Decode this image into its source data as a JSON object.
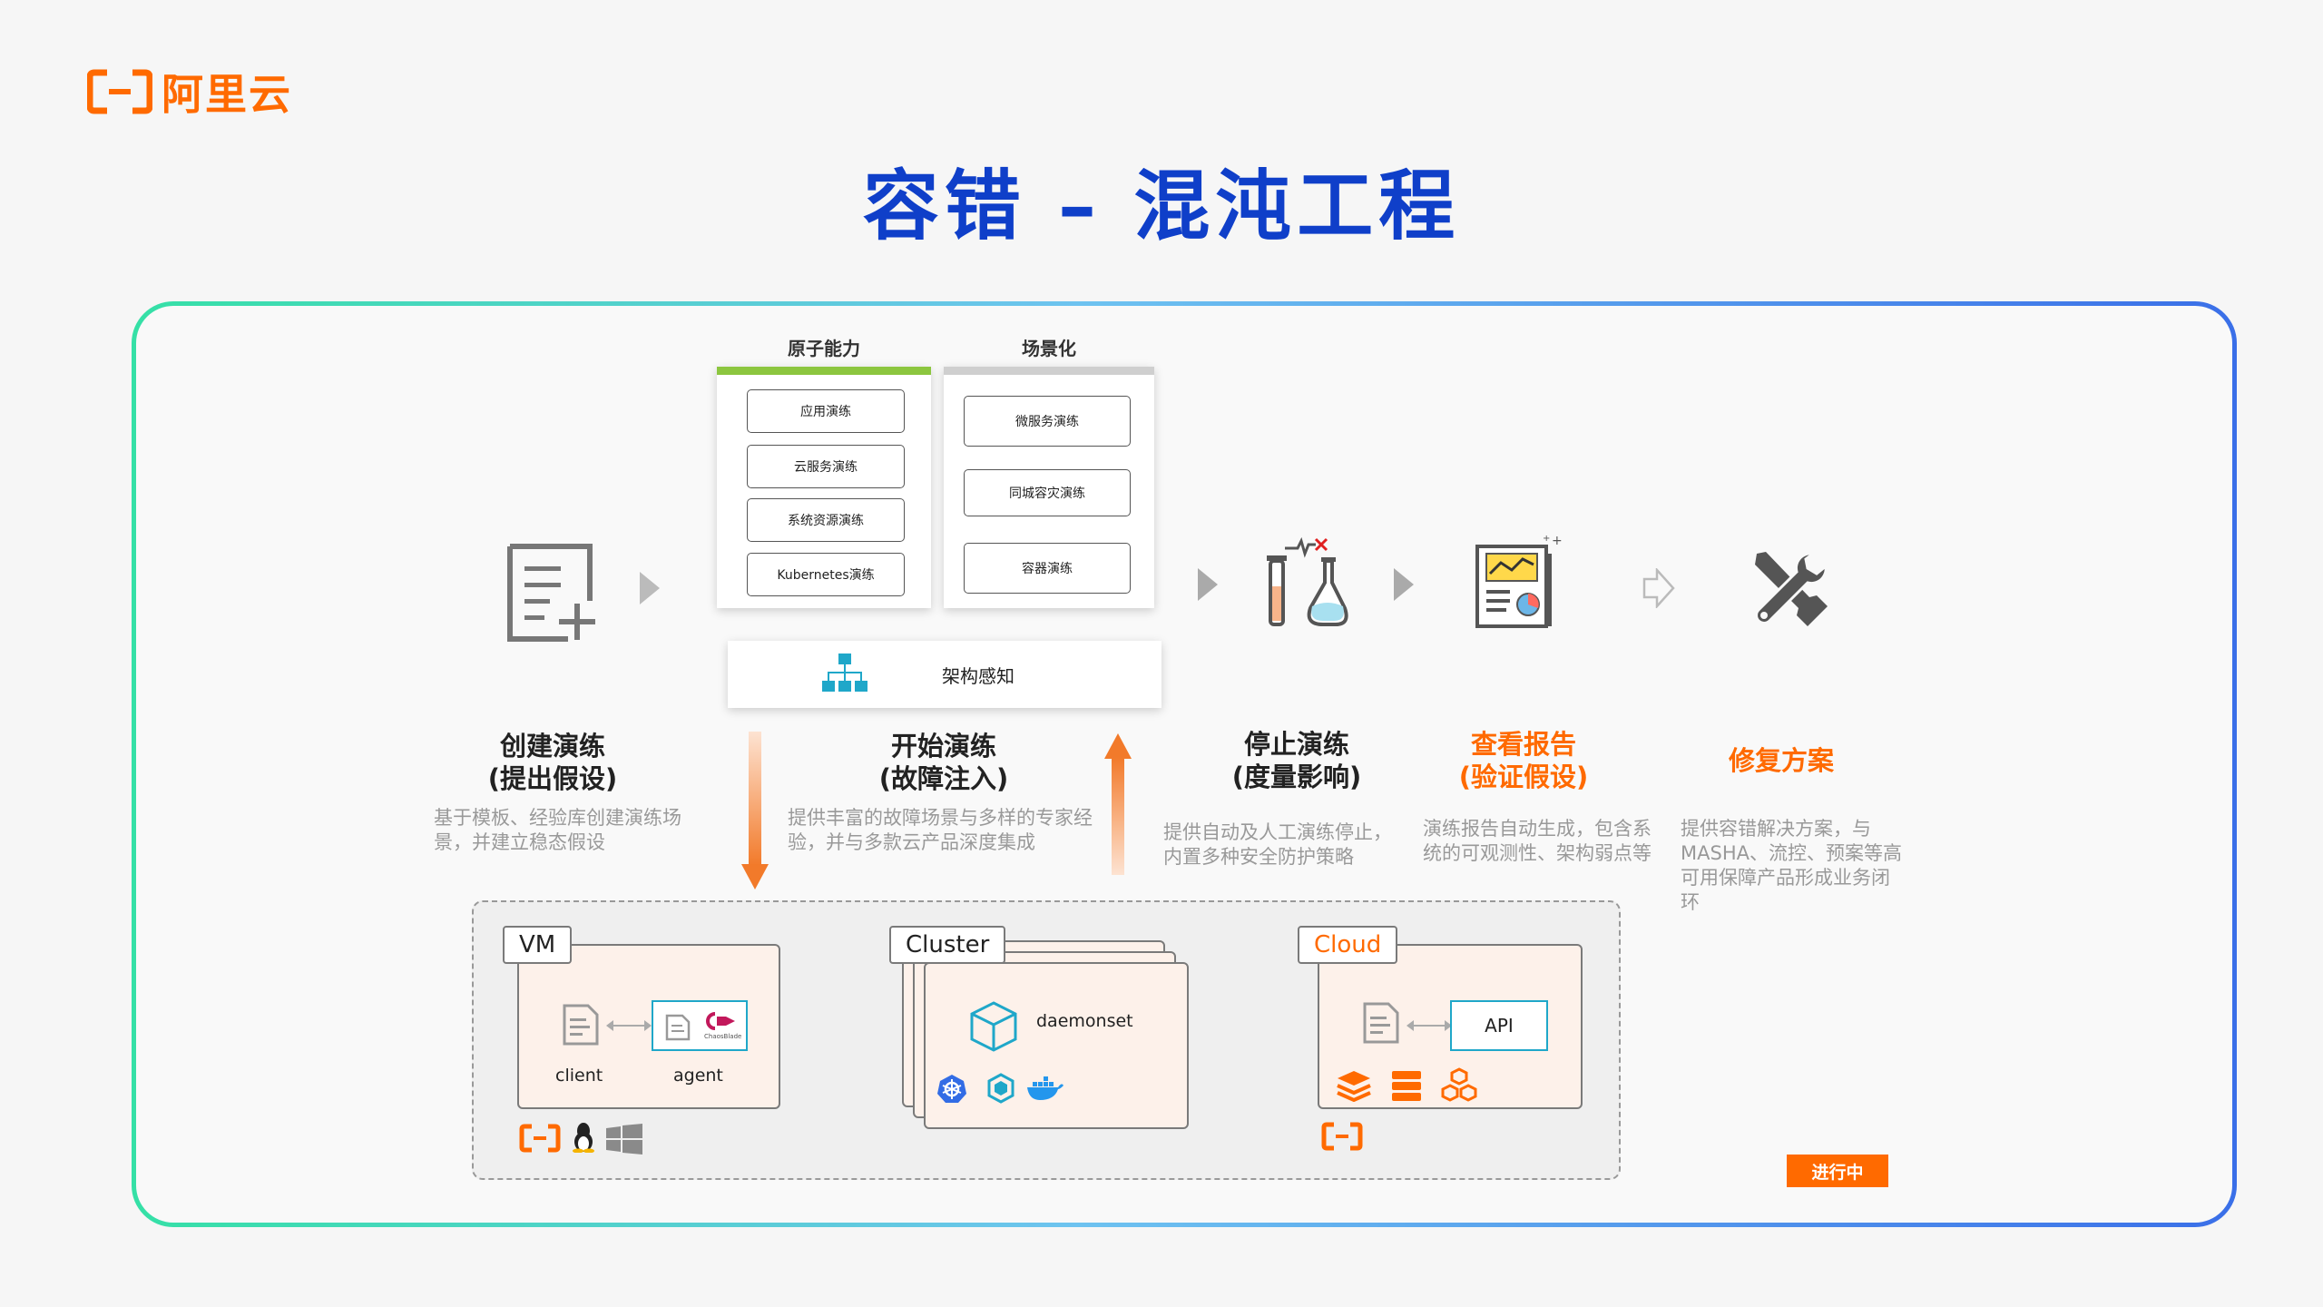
{
  "brand": {
    "name": "阿里云",
    "color": "#ff6a00"
  },
  "title": "容错 – 混沌工程",
  "atomic": {
    "label": "原子能力",
    "items": [
      "应用演练",
      "云服务演练",
      "系统资源演练",
      "Kubernetes演练"
    ]
  },
  "scenario": {
    "label": "场景化",
    "items": [
      "微服务演练",
      "同城容灾演练",
      "容器演练"
    ]
  },
  "arch": {
    "label": "架构感知"
  },
  "steps": [
    {
      "title1": "创建演练",
      "title2": "(提出假设)",
      "desc": "基于模板、经验库创建演练场景，并建立稳态假设"
    },
    {
      "title1": "开始演练",
      "title2": "(故障注入)",
      "desc": "提供丰富的故障场景与多样的专家经验，并与多款云产品深度集成"
    },
    {
      "title1": "停止演练",
      "title2": "(度量影响)",
      "desc": "提供自动及人工演练停止，内置多种安全防护策略"
    },
    {
      "title1": "查看报告",
      "title2": "(验证假设)",
      "desc": "演练报告自动生成，包含系统的可观测性、架构弱点等"
    },
    {
      "title1": "修复方案",
      "title2": "",
      "desc": "提供容错解决方案，与MASHA、流控、预案等高可用保障产品形成业务闭环"
    }
  ],
  "infra": {
    "vm": {
      "label": "VM",
      "client": "client",
      "agent": "agent",
      "agent_badge": "ChaosBlade"
    },
    "cluster": {
      "label": "Cluster",
      "daemonset": "daemonset"
    },
    "cloud": {
      "label": "Cloud",
      "api": "API"
    }
  },
  "status": "进行中",
  "colors": {
    "title": "#0f3fc9",
    "accent": "#ff6a00",
    "green": "#8cc63f",
    "cyan": "#1fa7c9"
  },
  "icons": [
    "create-doc-icon",
    "test-tube-icon",
    "report-icon",
    "tools-icon",
    "org-chart-icon",
    "cube-icon",
    "kubernetes-icon",
    "helm-icon",
    "docker-icon",
    "linux-icon",
    "windows-icon",
    "aliyun-logo-icon"
  ]
}
